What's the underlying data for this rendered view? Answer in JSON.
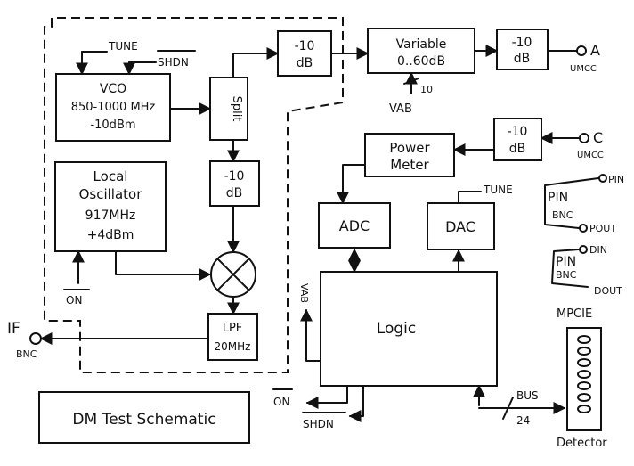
{
  "title": "DM Test Schematic",
  "blocks": {
    "vco": {
      "line1": "VCO",
      "line2": "850-1000 MHz",
      "line3": "-10dBm"
    },
    "split": {
      "label": "Split"
    },
    "local_osc": {
      "line1": "Local",
      "line2": "Oscillator",
      "line3": "917MHz",
      "line4": "+4dBm"
    },
    "att_top": {
      "line1": "-10",
      "line2": "dB"
    },
    "att_mid": {
      "line1": "-10",
      "line2": "dB"
    },
    "variable": {
      "line1": "Variable",
      "line2": "0..60dB"
    },
    "att_out": {
      "line1": "-10",
      "line2": "dB"
    },
    "att_c": {
      "line1": "-10",
      "line2": "dB"
    },
    "power_meter": {
      "line1": "Power",
      "line2": "Meter"
    },
    "adc": {
      "label": "ADC"
    },
    "dac": {
      "label": "DAC"
    },
    "lpf": {
      "line1": "LPF",
      "line2": "20MHz"
    },
    "logic": {
      "label": "Logic"
    }
  },
  "signals": {
    "tune_top": "TUNE",
    "shdn_top": "SHDN",
    "on": "ON",
    "vab_bus": "10",
    "vab": "VAB",
    "tune_dac": "TUNE",
    "vab_logic": "VAB",
    "on_bottom": "ON",
    "shdn_bottom": "SHDN",
    "bus": "BUS",
    "bus_width": "24"
  },
  "ports": {
    "a": {
      "label": "A",
      "type": "UMCC"
    },
    "c": {
      "label": "C",
      "type": "UMCC"
    },
    "if": {
      "label": "IF",
      "type": "BNC"
    },
    "pin1": {
      "label": "PIN",
      "type": "BNC",
      "p_in": "PIN",
      "p_out": "POUT"
    },
    "pin2": {
      "label": "PIN",
      "type": "BNC",
      "d_in": "DIN",
      "d_out": "DOUT"
    }
  },
  "detector": {
    "header": "MPCIE",
    "label": "Detector"
  }
}
